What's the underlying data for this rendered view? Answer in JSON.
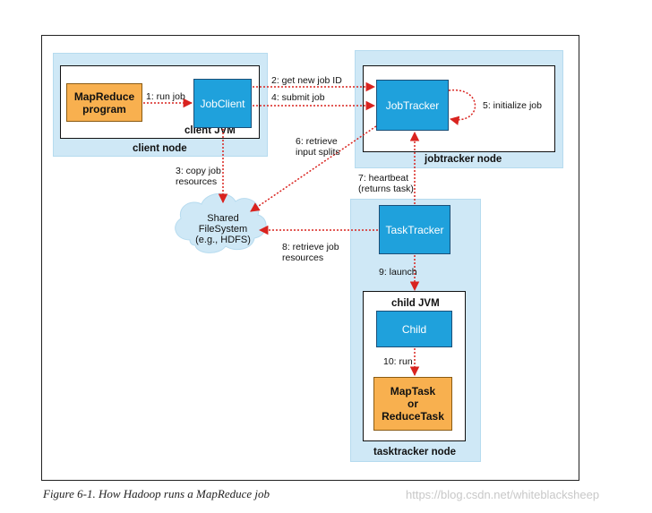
{
  "nodes": {
    "client_node": "client node",
    "client_jvm": "client JVM",
    "jobtracker_node": "jobtracker node",
    "tasktracker_node": "tasktracker node",
    "child_jvm": "child JVM"
  },
  "components": {
    "mapreduce_program": "MapReduce\nprogram",
    "jobclient": "JobClient",
    "jobtracker": "JobTracker",
    "tasktracker": "TaskTracker",
    "child": "Child",
    "maptask": "MapTask\nor\nReduceTask",
    "hdfs": "Shared\nFileSystem\n(e.g., HDFS)"
  },
  "steps": {
    "s1": "1: run job",
    "s2": "2: get new job ID",
    "s3": "3: copy job\nresources",
    "s4": "4: submit job",
    "s5": "5: initialize job",
    "s6": "6: retrieve\ninput splits",
    "s7": "7: heartbeat\n(returns task)",
    "s8": "8: retrieve job\nresources",
    "s9": "9: launch",
    "s10": "10: run"
  },
  "colors": {
    "arrow": "#d9231f",
    "node_background": "#cfe8f6",
    "component_blue": "#1fa1dc",
    "component_orange": "#f8b04f"
  },
  "caption": "Figure 6-1. How Hadoop runs a MapReduce job",
  "watermark": "https://blog.csdn.net/whiteblacksheep"
}
